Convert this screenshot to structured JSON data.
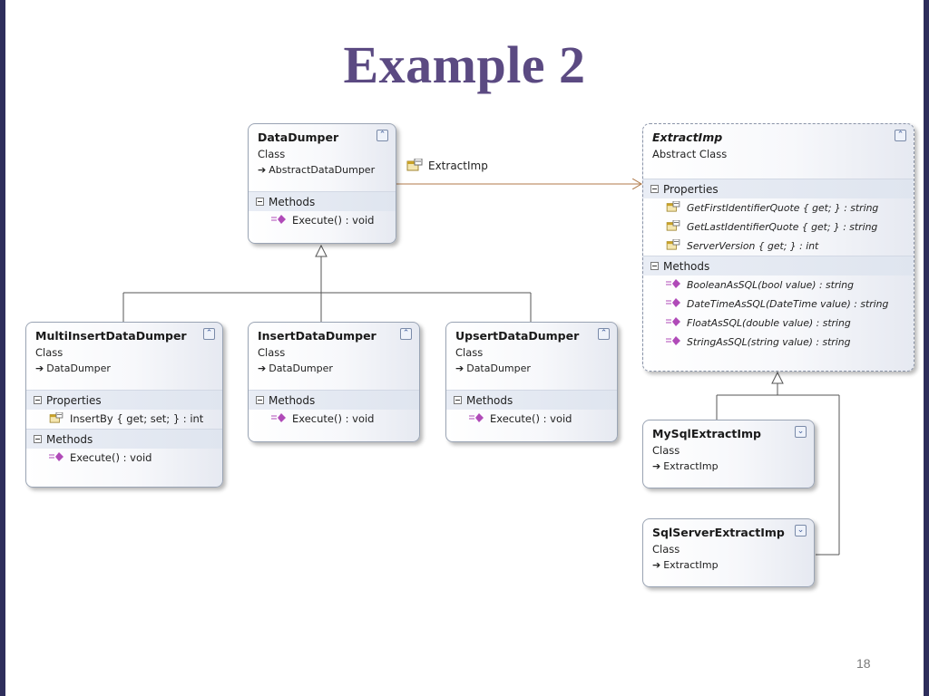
{
  "slide": {
    "title": "Example 2",
    "page_number": "18"
  },
  "association": {
    "label": "ExtractImp"
  },
  "classes": {
    "data_dumper": {
      "name": "DataDumper",
      "kind": "Class",
      "parent": "AbstractDataDumper",
      "methods_header": "Methods",
      "methods": [
        "Execute() : void"
      ]
    },
    "multi_insert": {
      "name": "MultiInsertDataDumper",
      "kind": "Class",
      "parent": "DataDumper",
      "properties_header": "Properties",
      "properties": [
        "InsertBy { get; set; } : int"
      ],
      "methods_header": "Methods",
      "methods": [
        "Execute() : void"
      ]
    },
    "insert": {
      "name": "InsertDataDumper",
      "kind": "Class",
      "parent": "DataDumper",
      "methods_header": "Methods",
      "methods": [
        "Execute() : void"
      ]
    },
    "upsert": {
      "name": "UpsertDataDumper",
      "kind": "Class",
      "parent": "DataDumper",
      "methods_header": "Methods",
      "methods": [
        "Execute() : void"
      ]
    },
    "extract_imp": {
      "name": "ExtractImp",
      "kind": "Abstract Class",
      "properties_header": "Properties",
      "properties": [
        "GetFirstIdentifierQuote { get; } : string",
        "GetLastIdentifierQuote { get; } : string",
        "ServerVersion { get; } : int"
      ],
      "methods_header": "Methods",
      "methods": [
        "BooleanAsSQL(bool value) : string",
        "DateTimeAsSQL(DateTime value) : string",
        "FloatAsSQL(double value) : string",
        "StringAsSQL(string value) : string"
      ]
    },
    "mysql_extract": {
      "name": "MySqlExtractImp",
      "kind": "Class",
      "parent": "ExtractImp"
    },
    "sqlserver_extract": {
      "name": "SqlServerExtractImp",
      "kind": "Class",
      "parent": "ExtractImp"
    }
  },
  "icons": {
    "collapse": "chevron-up-double-icon",
    "expand": "chevron-down-double-icon",
    "inherits": "inherits-arrow-icon",
    "method": "method-icon",
    "property": "property-icon"
  },
  "colors": {
    "title": "#5b4a82",
    "method_icon": "#b04ab8",
    "property_icon": "#c9a227"
  }
}
